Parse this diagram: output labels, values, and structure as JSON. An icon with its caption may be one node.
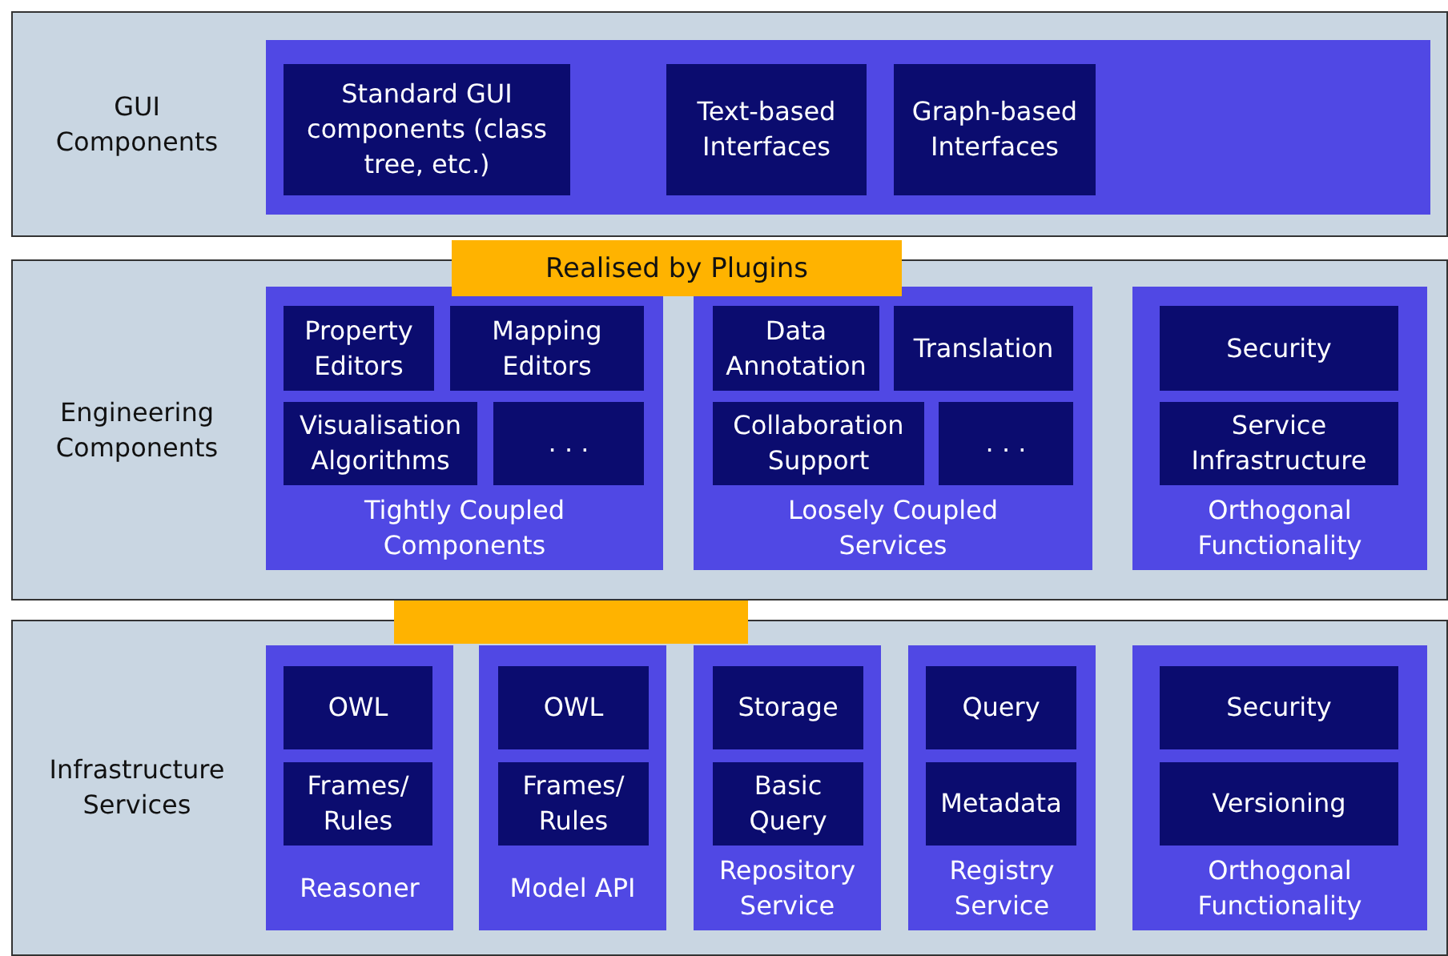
{
  "diagram": {
    "nodes": [
      {
        "text": [
          "GUI Components"
        ]
      },
      {
        "text": [],
        "shape": "box",
        "in": 0
      },
      {
        "text": [
          "Standard GUI components (class tree, etc.)"
        ],
        "in": 1
      },
      {
        "text": [
          "Text-based Interfaces"
        ],
        "in": 1
      },
      {
        "text": [
          "Graph-based Interfaces"
        ],
        "in": 1
      },
      {
        "text": [
          "Realised by Plugins"
        ]
      },
      {
        "text": [
          "Engineering Components"
        ]
      },
      {
        "text": [
          "Tightly Coupled Components"
        ],
        "in": 6
      },
      {
        "text": [
          "Property Editors"
        ],
        "in": 7
      },
      {
        "text": [
          "Mapping Editors"
        ],
        "in": 7
      },
      {
        "text": [
          "Visualisation Algorithms"
        ],
        "in": 7
      },
      {
        "text": [
          ". . ."
        ],
        "in": 7
      },
      {
        "text": [
          "Loosely Coupled Services"
        ],
        "in": 6
      },
      {
        "text": [
          "Data Annotation"
        ],
        "in": 12
      },
      {
        "text": [
          "Translation"
        ],
        "in": 12
      },
      {
        "text": [
          "Collaboration Support"
        ],
        "in": 12
      },
      {
        "text": [
          ". . ."
        ],
        "in": 12
      },
      {
        "text": [
          "Orthogonal Functionality"
        ],
        "in": 6
      },
      {
        "text": [
          "Security"
        ],
        "in": 17
      },
      {
        "text": [
          "Service Infrastructure"
        ],
        "in": 17
      },
      {
        "text": [],
        "shape": "box"
      },
      {
        "text": [
          "Infrastructure Services"
        ]
      },
      {
        "text": [
          "Reasoner"
        ],
        "in": 21
      },
      {
        "text": [
          "OWL"
        ],
        "in": 22
      },
      {
        "text": [
          "Frames/ Rules"
        ],
        "in": 22
      },
      {
        "text": [
          "Model API"
        ],
        "in": 21
      },
      {
        "text": [
          "OWL"
        ],
        "in": 25
      },
      {
        "text": [
          "Frames/ Rules"
        ],
        "in": 25
      },
      {
        "text": [
          "Repository Service"
        ],
        "in": 21
      },
      {
        "text": [
          "Storage"
        ],
        "in": 28
      },
      {
        "text": [
          "Basic Query"
        ],
        "in": 28
      },
      {
        "text": [
          "Registry Service"
        ],
        "in": 21
      },
      {
        "text": [
          "Query"
        ],
        "in": 31
      },
      {
        "text": [
          "Metadata"
        ],
        "in": 31
      },
      {
        "text": [
          "Orthogonal Functionality"
        ],
        "in": 21
      },
      {
        "text": [
          "Security"
        ],
        "in": 34
      },
      {
        "text": [
          "Versioning"
        ],
        "in": 34
      }
    ]
  }
}
